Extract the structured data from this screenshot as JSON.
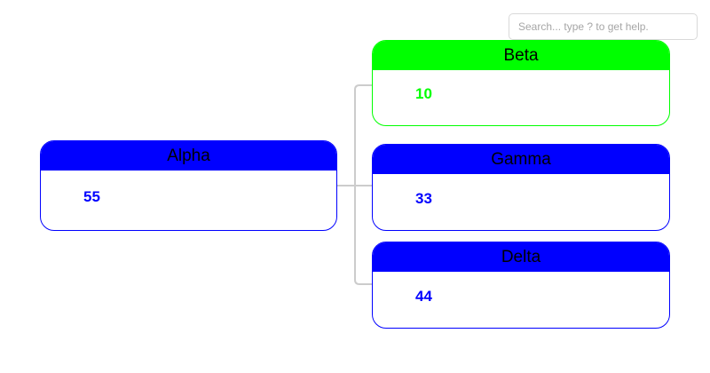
{
  "search": {
    "placeholder": "Search... type ? to get help."
  },
  "colors": {
    "green": "#00ff00",
    "blue": "#0000ff",
    "connector": "#cccccc",
    "title_text": "#000000"
  },
  "nodes": [
    {
      "title": "Alpha",
      "value": "55",
      "color": "blue",
      "role": "root"
    },
    {
      "title": "Beta",
      "value": "10",
      "color": "green",
      "role": "child"
    },
    {
      "title": "Gamma",
      "value": "33",
      "color": "blue",
      "role": "child"
    },
    {
      "title": "Delta",
      "value": "44",
      "color": "blue",
      "role": "child"
    }
  ]
}
